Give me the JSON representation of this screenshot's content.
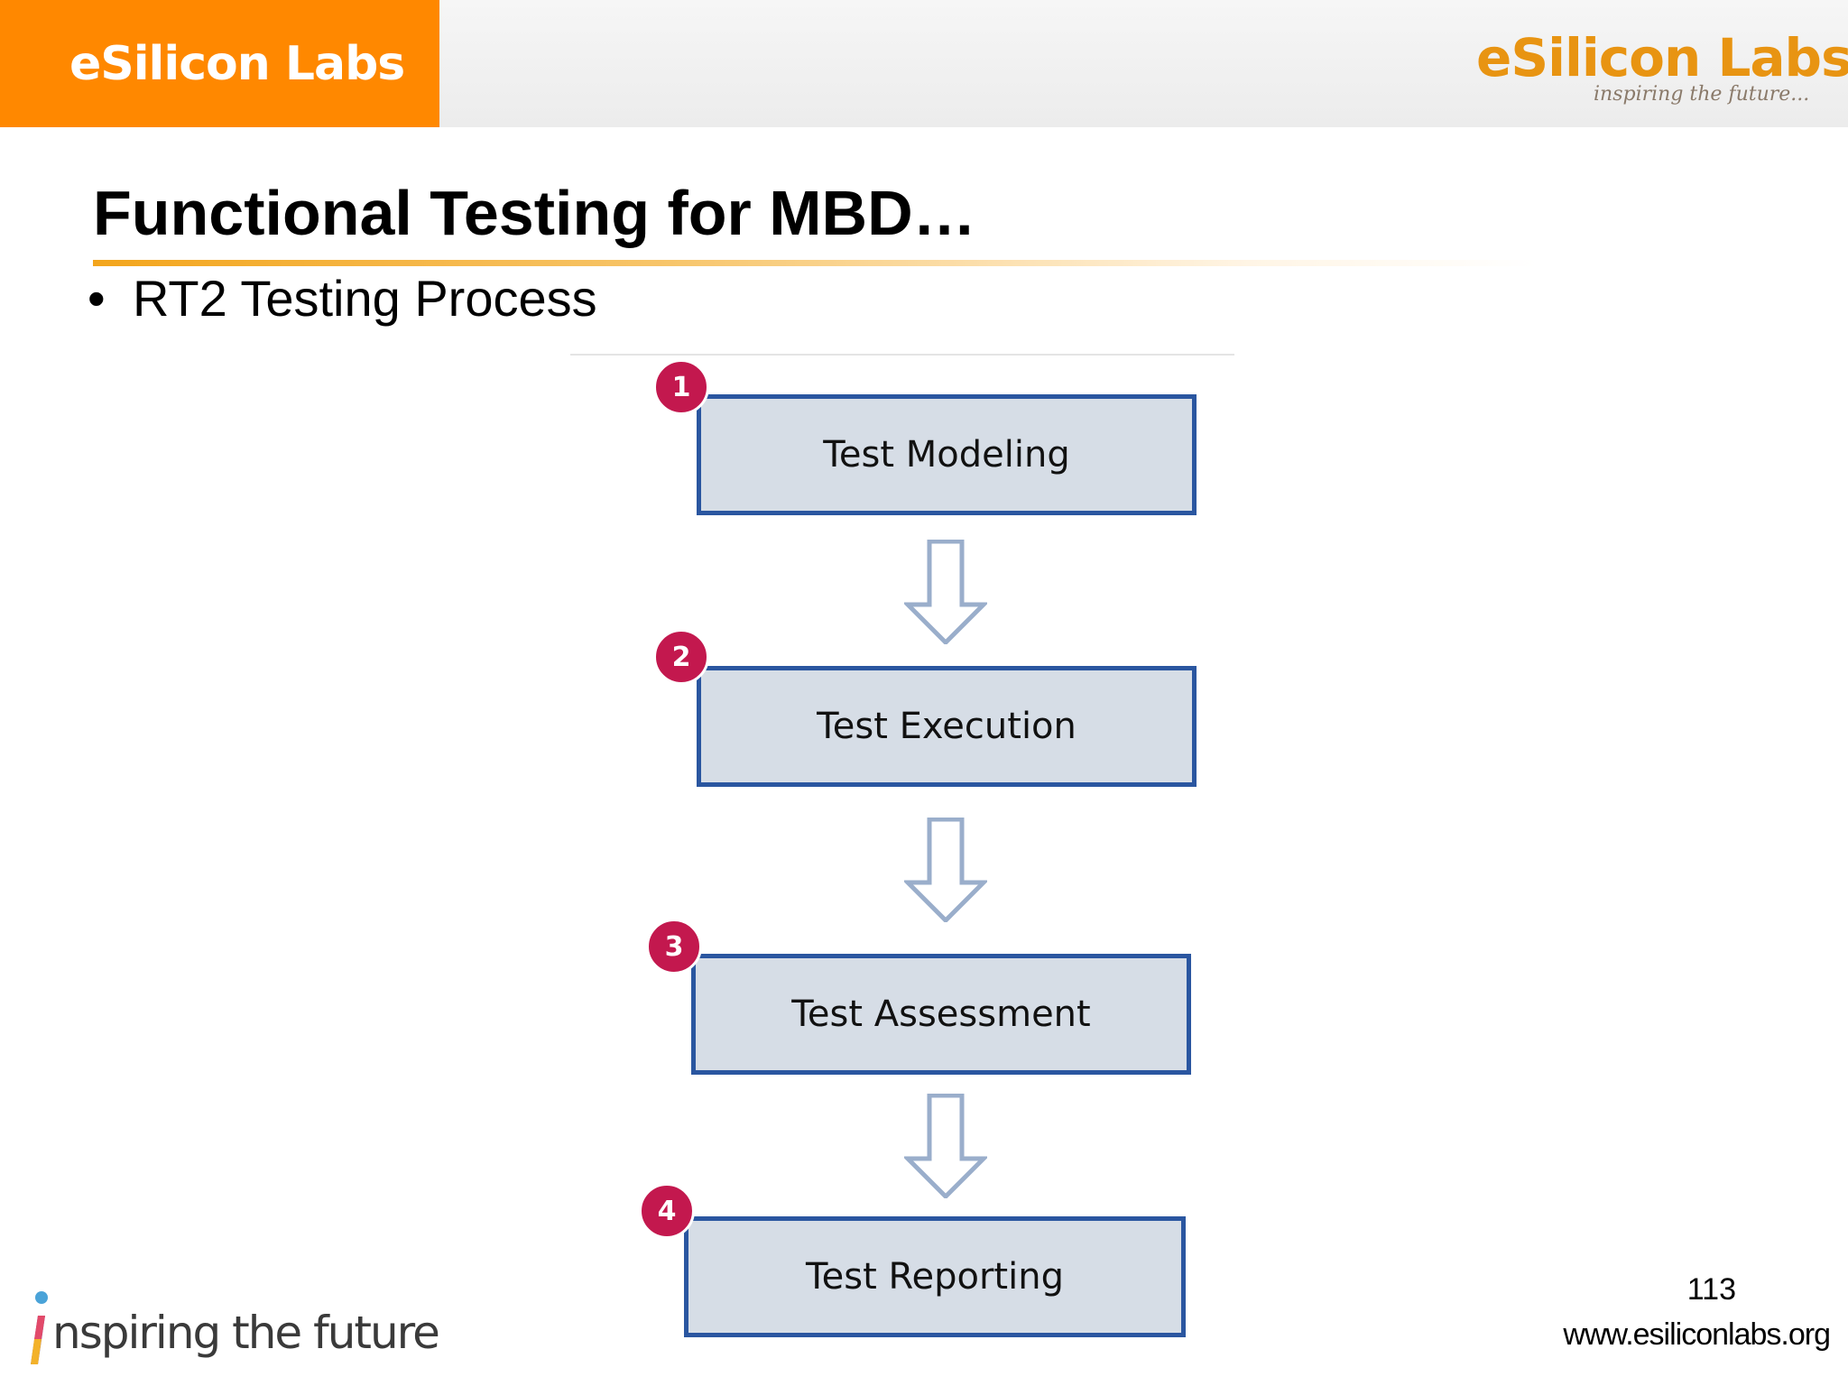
{
  "header": {
    "tab_label": "eSilicon Labs",
    "logo_text": "eSilicon Labs",
    "logo_tagline": "inspiring the future..."
  },
  "slide": {
    "title": "Functional Testing for MBD…",
    "bullet": "RT2 Testing Process"
  },
  "diagram": {
    "steps": [
      {
        "number": "1",
        "label": "Test Modeling"
      },
      {
        "number": "2",
        "label": "Test Execution"
      },
      {
        "number": "3",
        "label": "Test Assessment"
      },
      {
        "number": "4",
        "label": "Test Reporting"
      }
    ]
  },
  "footer": {
    "tagline": "nspiring the future",
    "page_number": "113",
    "url": "www.esiliconlabs.org"
  },
  "colors": {
    "brand_orange": "#ff8800",
    "box_border": "#2a56a0",
    "box_fill": "#d6dde6",
    "badge": "#c3184e"
  }
}
